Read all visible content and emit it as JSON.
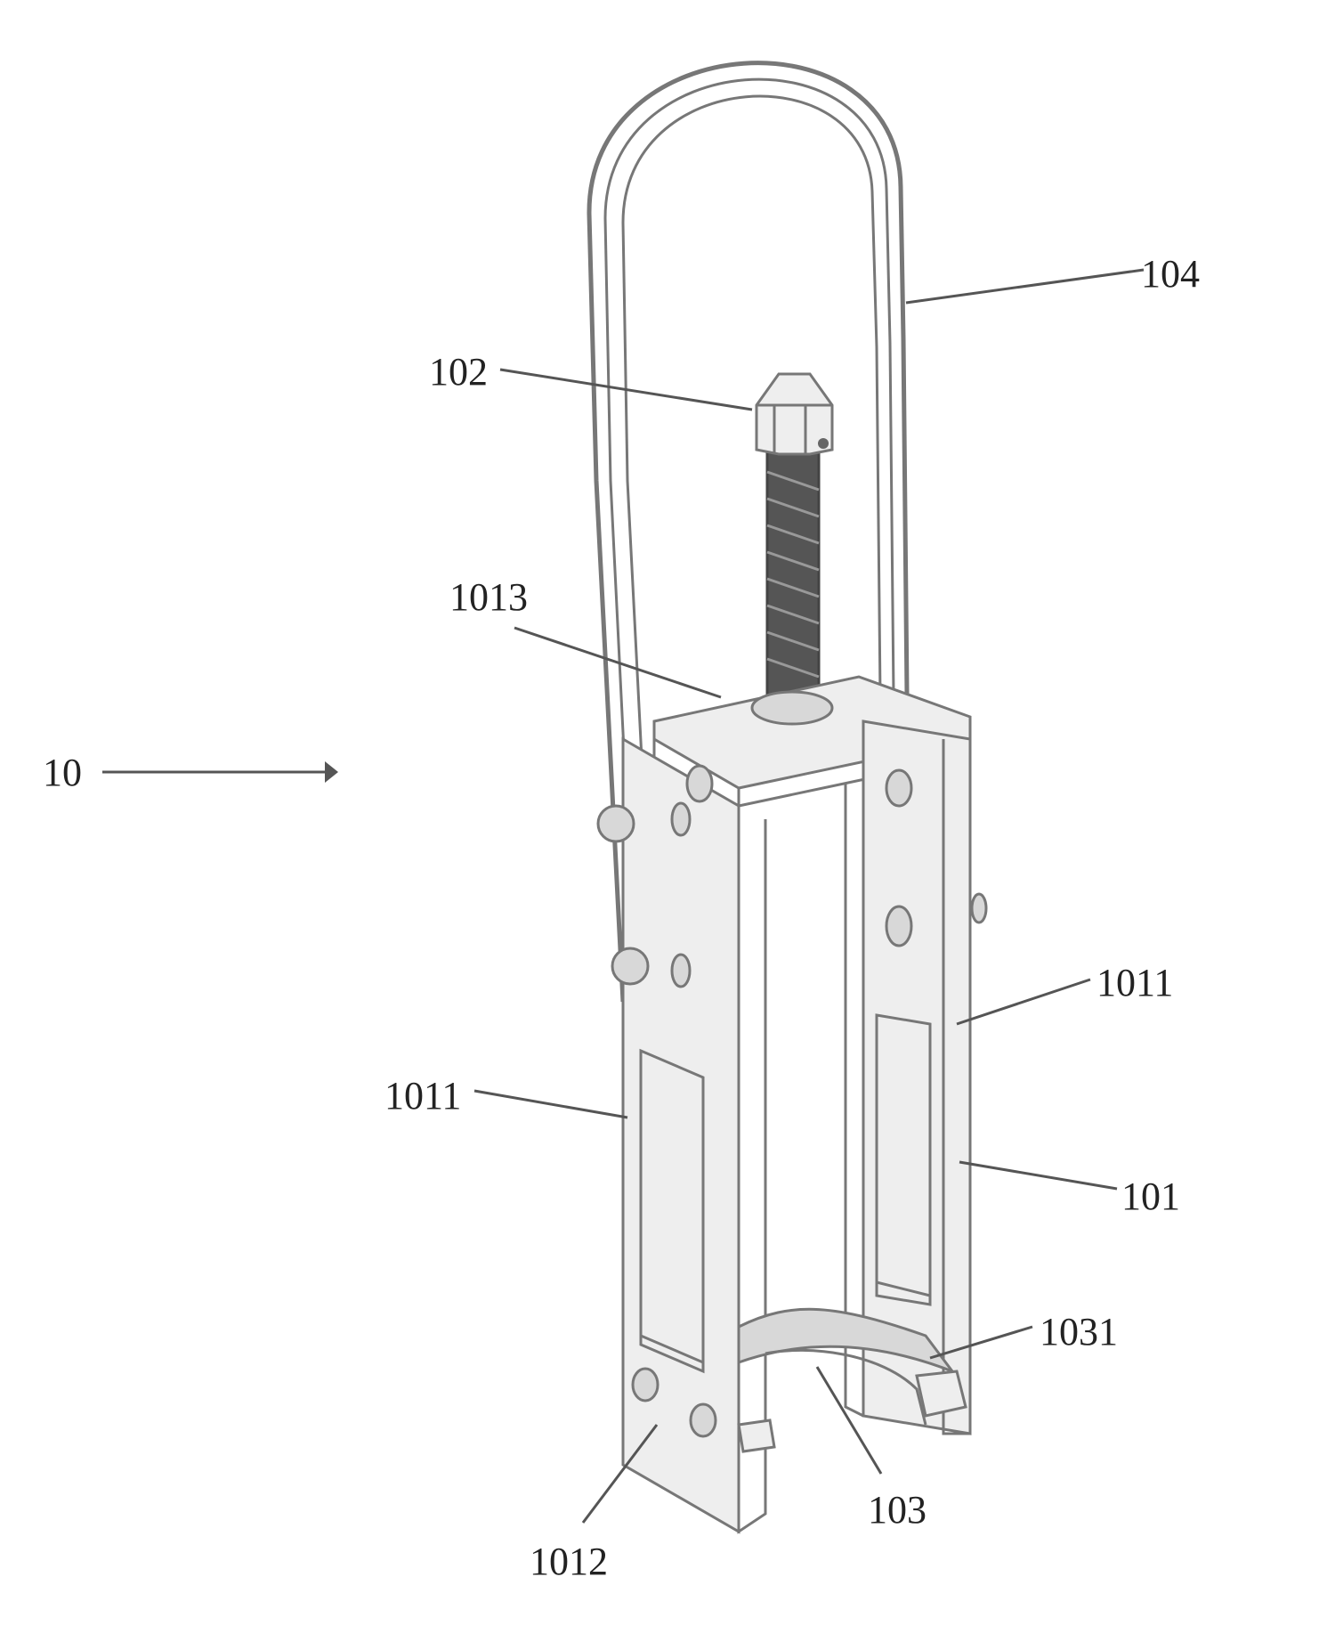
{
  "figure": {
    "labels": {
      "assembly": "10",
      "shackle": "104",
      "nut": "102",
      "top_plate": "1013",
      "side_plate_right": "1011",
      "side_plate_left": "1011",
      "frame": "101",
      "jaw_tab": "1031",
      "jaw": "103",
      "bottom_end": "1012"
    }
  }
}
